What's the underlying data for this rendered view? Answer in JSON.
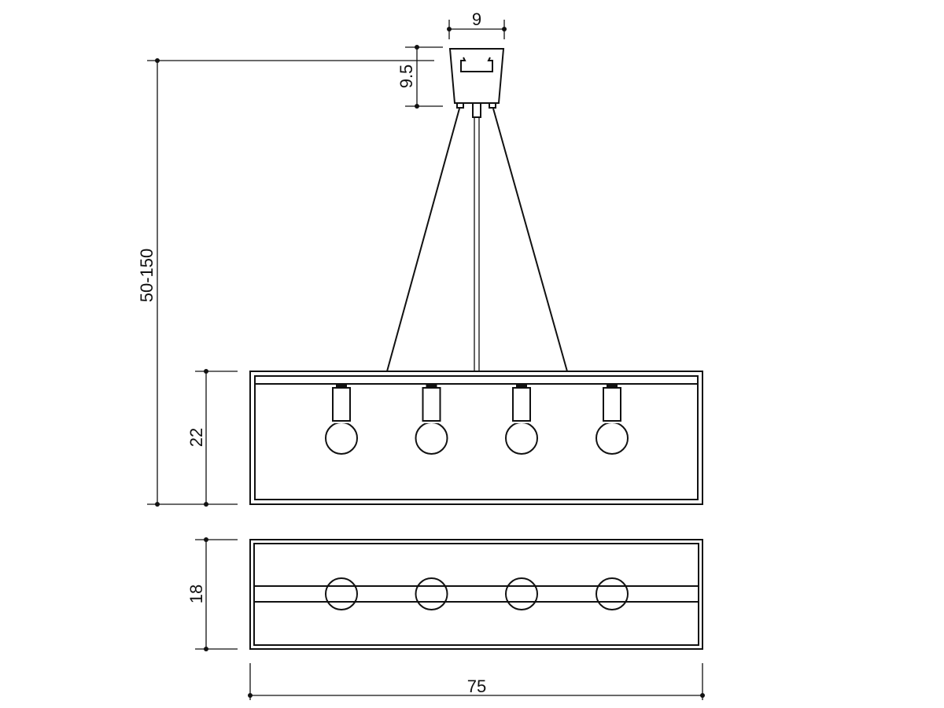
{
  "dimensions": {
    "canopy_width": "9",
    "canopy_height": "9.5",
    "drop_length": "50-150",
    "frame_height": "22",
    "frame_depth": "18",
    "frame_width": "75"
  },
  "bulb_count": 4,
  "colors": {
    "line": "#111111",
    "background": "#ffffff"
  }
}
